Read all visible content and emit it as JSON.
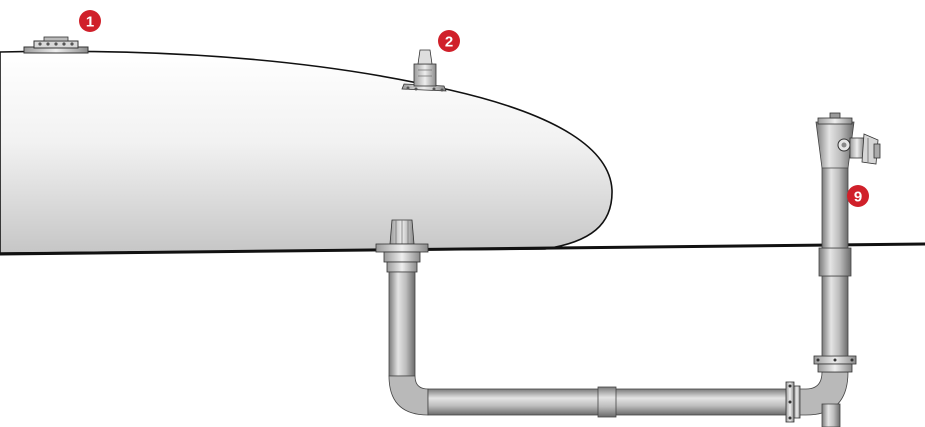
{
  "diagram": {
    "markers": [
      {
        "id": "1",
        "label": "1"
      },
      {
        "id": "2",
        "label": "2"
      },
      {
        "id": "9",
        "label": "9"
      }
    ],
    "colors": {
      "marker_fill": "#d0202a",
      "pipe_light": "#c9c9c9",
      "pipe_dark": "#6f6f6f",
      "tank_top": "#ffffff",
      "tank_bottom": "#c8c8c8",
      "outline": "#111111"
    }
  }
}
